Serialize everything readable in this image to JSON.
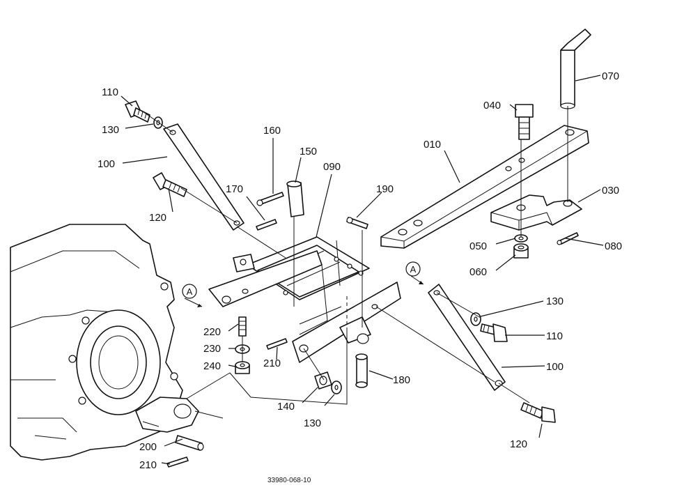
{
  "figure_code": "33980-068-10",
  "callout_mark": "A",
  "part_labels": [
    {
      "id": "p110a",
      "text": "110"
    },
    {
      "id": "p130a",
      "text": "130"
    },
    {
      "id": "p100a",
      "text": "100"
    },
    {
      "id": "p120a",
      "text": "120"
    },
    {
      "id": "p160",
      "text": "160"
    },
    {
      "id": "p150",
      "text": "150"
    },
    {
      "id": "p170",
      "text": "170"
    },
    {
      "id": "p090",
      "text": "090"
    },
    {
      "id": "p190",
      "text": "190"
    },
    {
      "id": "p010",
      "text": "010"
    },
    {
      "id": "p040",
      "text": "040"
    },
    {
      "id": "p070",
      "text": "070"
    },
    {
      "id": "p030",
      "text": "030"
    },
    {
      "id": "p050",
      "text": "050"
    },
    {
      "id": "p080",
      "text": "080"
    },
    {
      "id": "p060",
      "text": "060"
    },
    {
      "id": "p130b",
      "text": "130"
    },
    {
      "id": "p110b",
      "text": "110"
    },
    {
      "id": "p100b",
      "text": "100"
    },
    {
      "id": "p220",
      "text": "220"
    },
    {
      "id": "p230",
      "text": "230"
    },
    {
      "id": "p240",
      "text": "240"
    },
    {
      "id": "p210a",
      "text": "210"
    },
    {
      "id": "p180",
      "text": "180"
    },
    {
      "id": "p140",
      "text": "140"
    },
    {
      "id": "p130c",
      "text": "130"
    },
    {
      "id": "p120b",
      "text": "120"
    },
    {
      "id": "p200",
      "text": "200"
    },
    {
      "id": "p210b",
      "text": "210"
    }
  ]
}
